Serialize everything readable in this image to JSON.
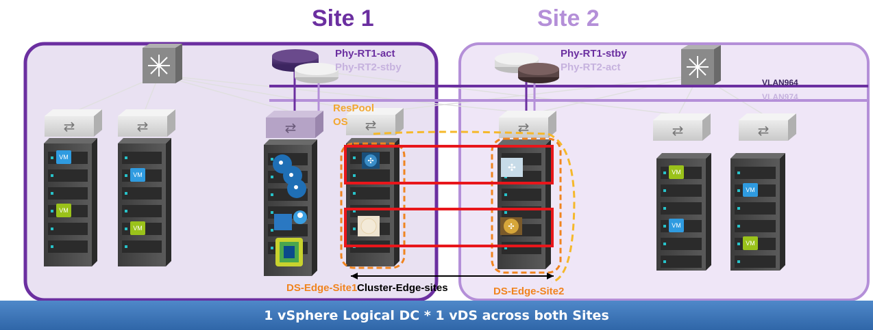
{
  "sites": {
    "site1_title": "Site 1",
    "site2_title": "Site 2"
  },
  "routers": {
    "rt1_act": "Phy-RT1-act",
    "rt2_stby": "Phy-RT2-stby",
    "rt1_stby": "Phy-RT1-stby",
    "rt2_act": "Phy-RT2-act"
  },
  "vlans": {
    "vlan_a": "VLAN964",
    "vlan_b": "VLAN974"
  },
  "pool": {
    "line1": "ResPool",
    "line2": "OS"
  },
  "edges": {
    "site1": "DS-Edge-Site1",
    "site2": "DS-Edge-Site2",
    "cluster": "Cluster-Edge-sites"
  },
  "vm_label": "VM",
  "banner": "1 vSphere Logical DC  *  1 vDS across both Sites",
  "colors": {
    "site1": "#6b2fa0",
    "site2": "#b48fd8",
    "edge_orange": "#f0841f",
    "pool_yellow": "#f5b82a",
    "highlight_red": "#e8161b",
    "vm_blue": "#2f9be0",
    "vm_green": "#9ac21a"
  },
  "icons": [
    "core-switch-icon",
    "router-icon",
    "access-switch-icon",
    "server-rack-icon",
    "vm-icon",
    "edge-router-icon",
    "vcenter-icon",
    "user-icon",
    "network-icon"
  ]
}
